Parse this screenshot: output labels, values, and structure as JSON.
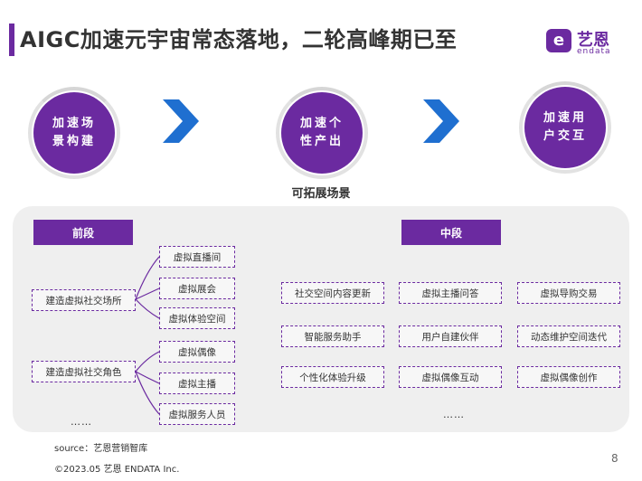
{
  "title": "AIGC加速元宇宙常态落地，二轮高峰期已至",
  "logo": {
    "name": "艺恩",
    "sub": "endata",
    "mark": "e"
  },
  "circles": [
    {
      "label": "加速场景构建"
    },
    {
      "label": "加速个性产出"
    },
    {
      "label": "加速用户交互"
    }
  ],
  "section_title": "可拓展场景",
  "front": {
    "header": "前段",
    "groups": [
      {
        "label": "建造虚拟社交场所",
        "items": [
          "虚拟直播间",
          "虚拟展会",
          "虚拟体验空间"
        ]
      },
      {
        "label": "建造虚拟社交角色",
        "items": [
          "虚拟偶像",
          "虚拟主播",
          "虚拟服务人员"
        ]
      }
    ],
    "ellipsis": "……"
  },
  "middle": {
    "header": "中段",
    "grid": [
      [
        "社交空间内容更新",
        "虚拟主播问答",
        "虚拟导购交易"
      ],
      [
        "智能服务助手",
        "用户自建伙伴",
        "动态维护空间迭代"
      ],
      [
        "个性化体验升级",
        "虚拟偶像互动",
        "虚拟偶像创作"
      ]
    ],
    "ellipsis": "……"
  },
  "source": "source：艺恩营销智库",
  "copyright": "©2023.05 艺恩 ENDATA Inc.",
  "page_number": "8",
  "colors": {
    "accent": "#6b2aa0",
    "chevron": "#1f6fd0",
    "panel": "#efefef"
  }
}
